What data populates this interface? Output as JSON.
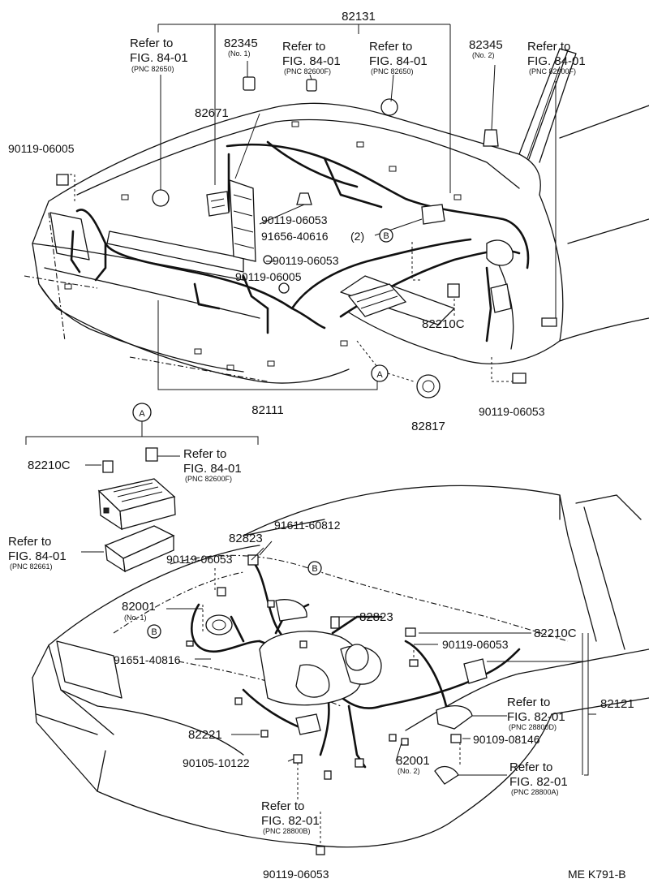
{
  "labels": {
    "l82131": "82131",
    "l82345a": "82345",
    "l82345a_sub": "(No. 1)",
    "l82345b": "82345",
    "l82345b_sub": "(No. 2)",
    "refer": "Refer to",
    "fig8401": "FIG. 84-01",
    "fig8201": "FIG. 82-01",
    "pnc82650": "(PNC 82650)",
    "pnc82600f": "(PNC 82600F)",
    "pnc82661": "(PNC 82661)",
    "pnc28800d": "(PNC 28800D)",
    "pnc28800a": "(PNC 28800A)",
    "pnc28800b": "(PNC 28800B)",
    "l82671": "82671",
    "l90119_06005a": "90119-06005",
    "l90119_06005b": "90119-06005",
    "l90119_06053a": "90119-06053",
    "l91656": "91656-40616",
    "l91656_qty": "(2)",
    "l90119_06053b": "90119-06053",
    "l82210c_top": "82210C",
    "l90119_06053c": "90119-06053",
    "l82111": "82111",
    "l82817": "82817",
    "marker_a": "A",
    "marker_b": "B",
    "l82210c_inset": "82210C",
    "l91611": "91611-60812",
    "l82823a": "82823",
    "l90119_06053d": "90119-06053",
    "l82001a": "82001",
    "l82001a_sub": "(No. 1)",
    "l82823b": "82823",
    "l91651": "91651-40816",
    "l90119_06053e": "90119-06053",
    "l82210c_bot": "82210C",
    "l82121": "82121",
    "l82221": "82221",
    "l90105": "90105-10122",
    "l82001b": "82001",
    "l82001b_sub": "(No. 2)",
    "l90109": "90109-08146",
    "l90119_06053f": "90119-06053",
    "code": "ME K791-B"
  }
}
